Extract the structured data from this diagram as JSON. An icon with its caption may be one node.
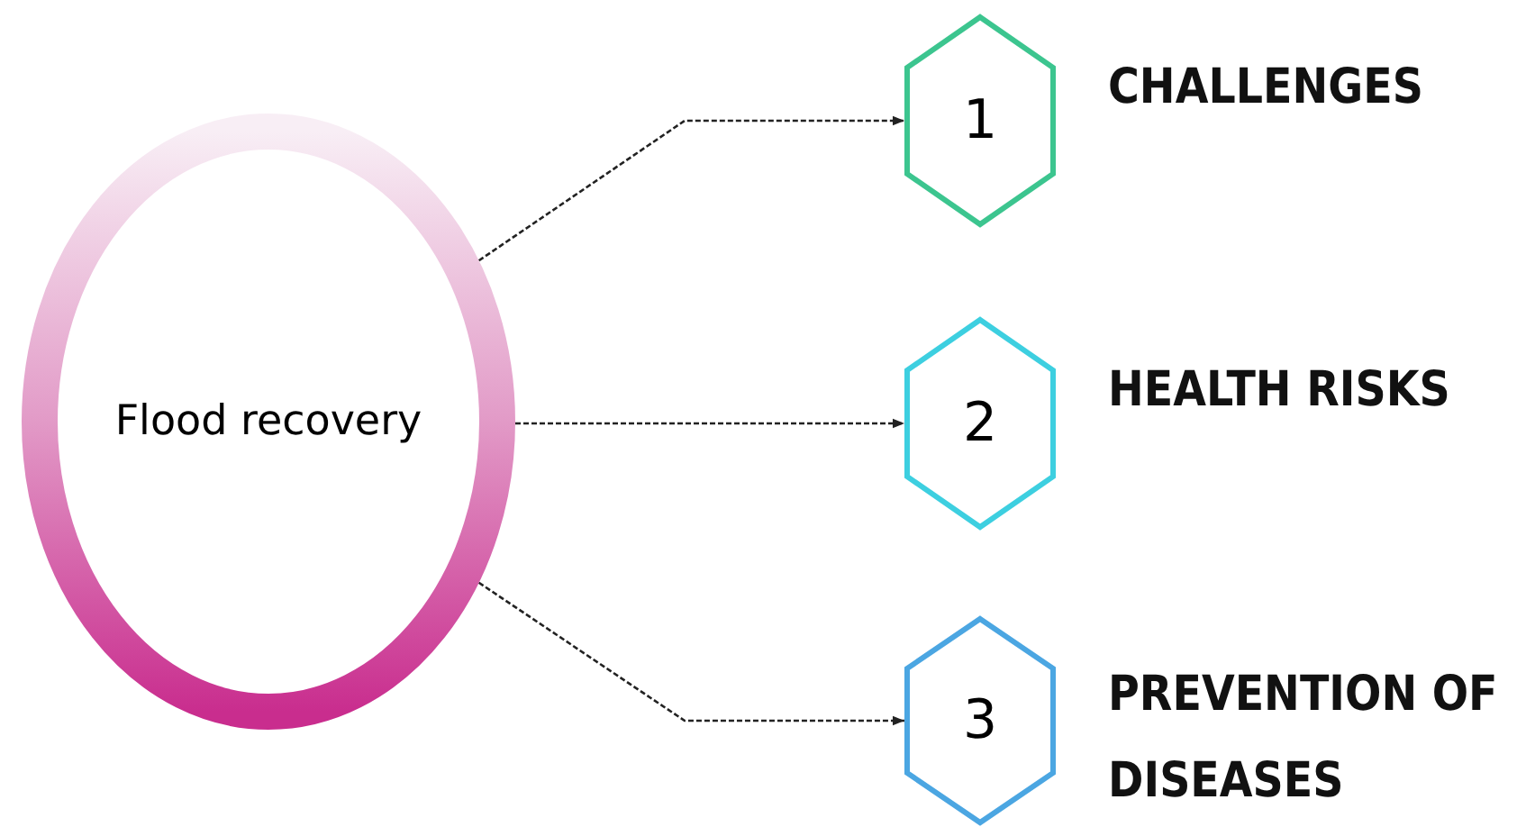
{
  "diagram": {
    "nodes": [
      {
        "text": [
          "Flood recovery"
        ]
      },
      {
        "text": [
          "1"
        ],
        "beside": [
          "CHALLENGES"
        ]
      },
      {
        "text": [
          "2"
        ],
        "beside": [
          "HEALTH RISKS"
        ]
      },
      {
        "text": [
          "3"
        ],
        "beside": [
          "PREVENTION OF DISEASES"
        ]
      }
    ],
    "edges": [
      {
        "from": 0,
        "to": 1,
        "arrow": "to",
        "style": "dashed"
      },
      {
        "from": 0,
        "to": 2,
        "arrow": "to",
        "style": "dashed"
      },
      {
        "from": 0,
        "to": 3,
        "arrow": "to",
        "style": "dashed"
      }
    ]
  }
}
